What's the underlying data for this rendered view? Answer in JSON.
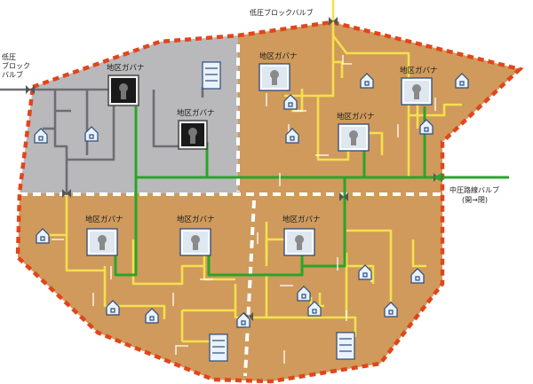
{
  "labels": {
    "block_valve_top": "低圧ブロックバルブ",
    "block_valve_left": [
      "低圧",
      "ブロック",
      "バルブ"
    ],
    "mid_valve": [
      "中圧路線バルブ",
      "(開→閉)"
    ]
  },
  "governors": [
    {
      "label": "地区ガバナ",
      "state": "stopped"
    },
    {
      "label": "地区ガバナ",
      "state": "stopped"
    },
    {
      "label": "地区ガバナ",
      "state": "active"
    },
    {
      "label": "地区ガバナ",
      "state": "active"
    },
    {
      "label": "地区ガバナ",
      "state": "active"
    },
    {
      "label": "地区ガバナ",
      "state": "active"
    },
    {
      "label": "地区ガバナ",
      "state": "active"
    },
    {
      "label": "地区ガバナ",
      "state": "active"
    }
  ],
  "colors": {
    "blocked_zone": "#b9b9bb",
    "active_zone": "#cf9a5c",
    "boundary": "#e2451b",
    "low_pressure_active": "#f4e04d",
    "low_pressure_blocked": "#6e6e72",
    "medium_pressure": "#2aa52a",
    "valve": "#555555"
  }
}
